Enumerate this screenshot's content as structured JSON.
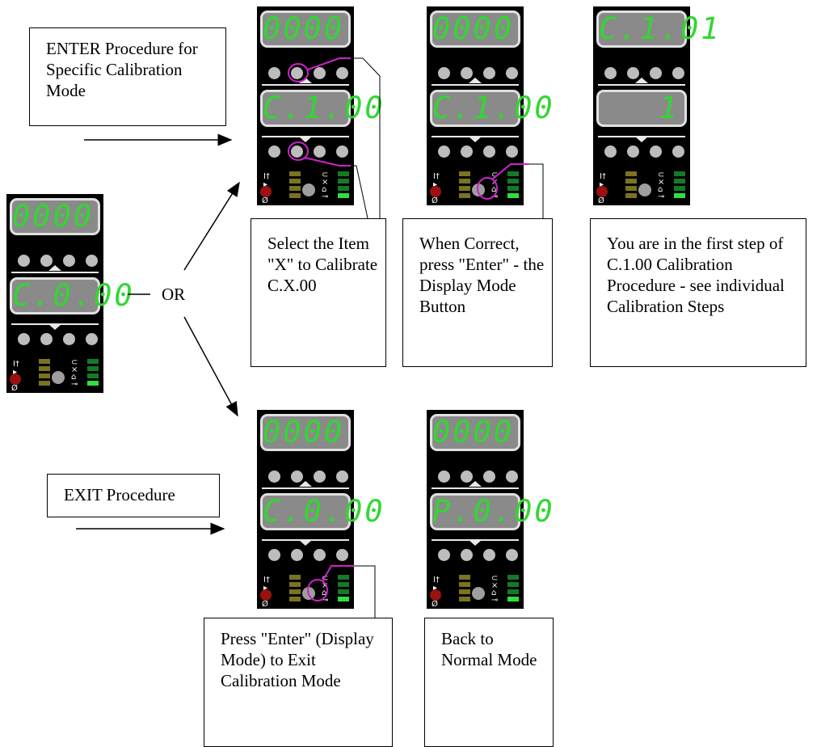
{
  "labels": {
    "enter_procedure": "ENTER Procedure for Specific Calibration Mode",
    "exit_procedure": "EXIT Procedure",
    "or": "OR",
    "select_item": "Select the Item \"X\" to Calibrate C.X.00",
    "when_correct": "When Correct, press \"Enter\" - the Display Mode Button",
    "first_step": "You are in the first step of C.1.00 Calibration Procedure - see individual Calibration Steps",
    "press_enter_exit": "Press \"Enter\" (Display Mode) to Exit Calibration Mode",
    "back_to_normal": "Back to Normal Mode"
  },
  "panels": {
    "start": {
      "top": "0000",
      "bottom": "C.0.00"
    },
    "select": {
      "top": "0000",
      "bottom": "C.1.00"
    },
    "enter": {
      "top": "0000",
      "bottom": "C.1.00"
    },
    "first_step": {
      "top": "C.1.01",
      "bottom": "1"
    },
    "exit": {
      "top": "0000",
      "bottom": "C.0.00"
    },
    "normal": {
      "top": "0000",
      "bottom": "P.0.00"
    }
  },
  "colors": {
    "segment": "#33d633",
    "highlight": "#cc22cc",
    "panel_bg": "#000000",
    "display_bg": "#8a8a8a"
  }
}
